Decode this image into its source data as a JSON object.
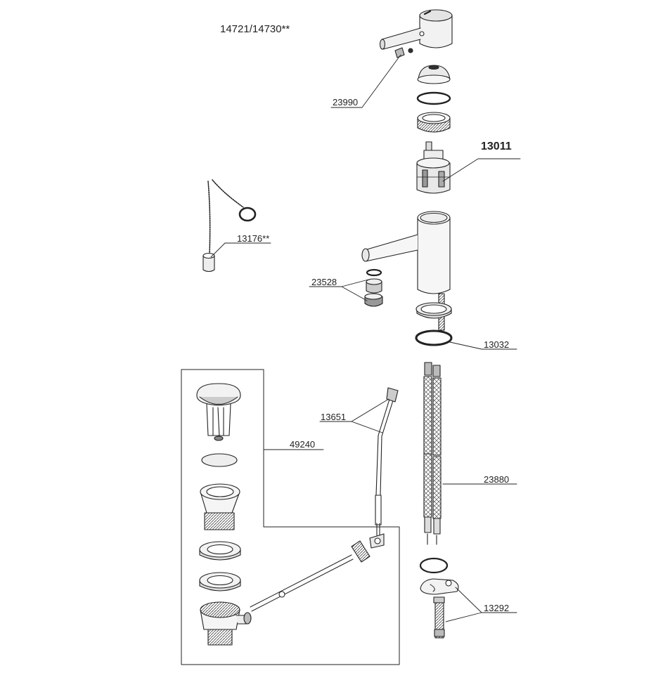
{
  "model_label": "14721/14730**",
  "parts": [
    {
      "id": "handle-screw",
      "number": "23990"
    },
    {
      "id": "cartridge",
      "number": "13011"
    },
    {
      "id": "chain-plug",
      "number": "13176**"
    },
    {
      "id": "aerator",
      "number": "23528"
    },
    {
      "id": "base-seal",
      "number": "13032"
    },
    {
      "id": "lift-rod",
      "number": "13651"
    },
    {
      "id": "waste-set",
      "number": "49240"
    },
    {
      "id": "flex-hoses",
      "number": "23880"
    },
    {
      "id": "fixing-set",
      "number": "13292"
    }
  ],
  "colors": {
    "line": "#222222",
    "fill_light": "#eeeeee",
    "fill_mid": "#cfcfcf",
    "fill_dark": "#9a9a9a"
  }
}
